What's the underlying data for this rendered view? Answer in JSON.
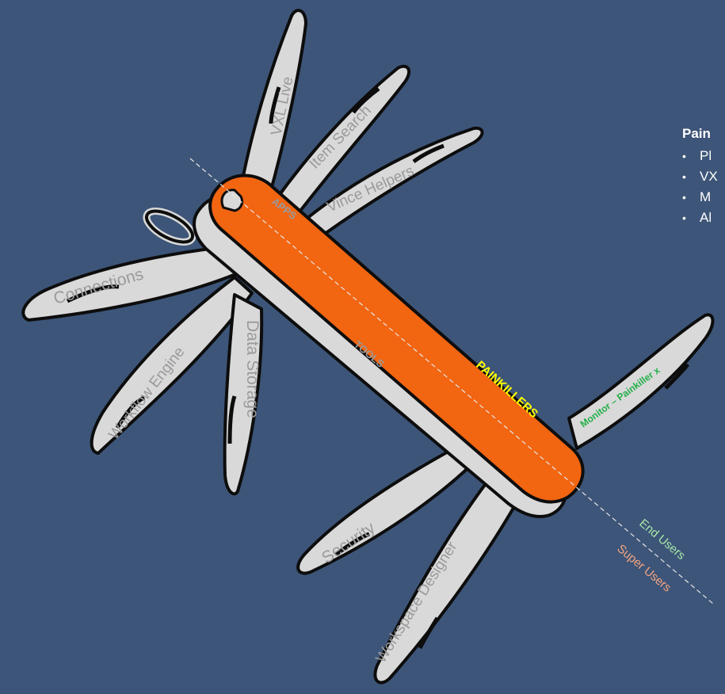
{
  "colors": {
    "background": "#3d5578",
    "handle": "#f26511",
    "blade": "#d9d9d9",
    "outline": "#0d0d0d",
    "blade_text": "#9a9a9a",
    "handle_label": "#9a9a9a",
    "painkillers_label": "#ffff00",
    "monitor_label": "#22b04a",
    "end_users": "#a8e6a8",
    "super_users": "#f4a582",
    "panel_text": "#ffffff"
  },
  "blades": {
    "vxl_live": "VXL Live",
    "item_search": "Item Search",
    "vince_helpers": "Vince Helpers",
    "connections": "Connections",
    "workflow_engine": "Workflow Engine",
    "data_storage": "Data Storage",
    "security": "Security",
    "workspace_designer": "Workspace Designer",
    "monitor": "Monitor – Painkiller x"
  },
  "handle_labels": {
    "apps": "APPS",
    "tools": "TOOLS",
    "painkillers": "PAINKILLERS"
  },
  "axis_labels": {
    "end_users": "End Users",
    "super_users": "Super Users"
  },
  "side_panel": {
    "title": "Pain",
    "items": [
      {
        "bullet": "•",
        "text": "Pl"
      },
      {
        "bullet": "•",
        "text": "VX"
      },
      {
        "bullet": "•",
        "text": "M"
      },
      {
        "bullet": "•",
        "text": "Al"
      }
    ]
  }
}
